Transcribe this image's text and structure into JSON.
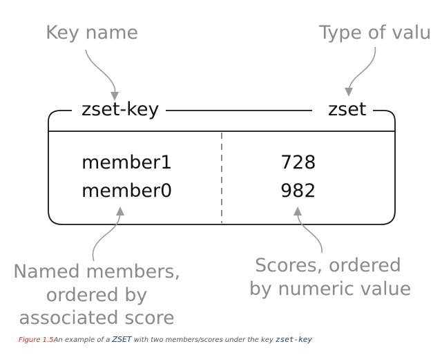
{
  "annotations": {
    "key_name": "Key name",
    "type_of_value": "Type of valu",
    "members_line1": "Named members,",
    "members_line2": "ordered by",
    "members_line3": "associated score",
    "scores_line1": "Scores, ordered",
    "scores_line2": "by numeric value"
  },
  "zset": {
    "key": "zset-key",
    "type": "zset",
    "entries": [
      {
        "member": "member1",
        "score": "728"
      },
      {
        "member": "member0",
        "score": "982"
      }
    ]
  },
  "caption": {
    "label": "Figure 1.5",
    "text_before": "An example of a ",
    "term": "ZSET",
    "text_middle": " with two members/scores under the key ",
    "key": "zset-key"
  }
}
